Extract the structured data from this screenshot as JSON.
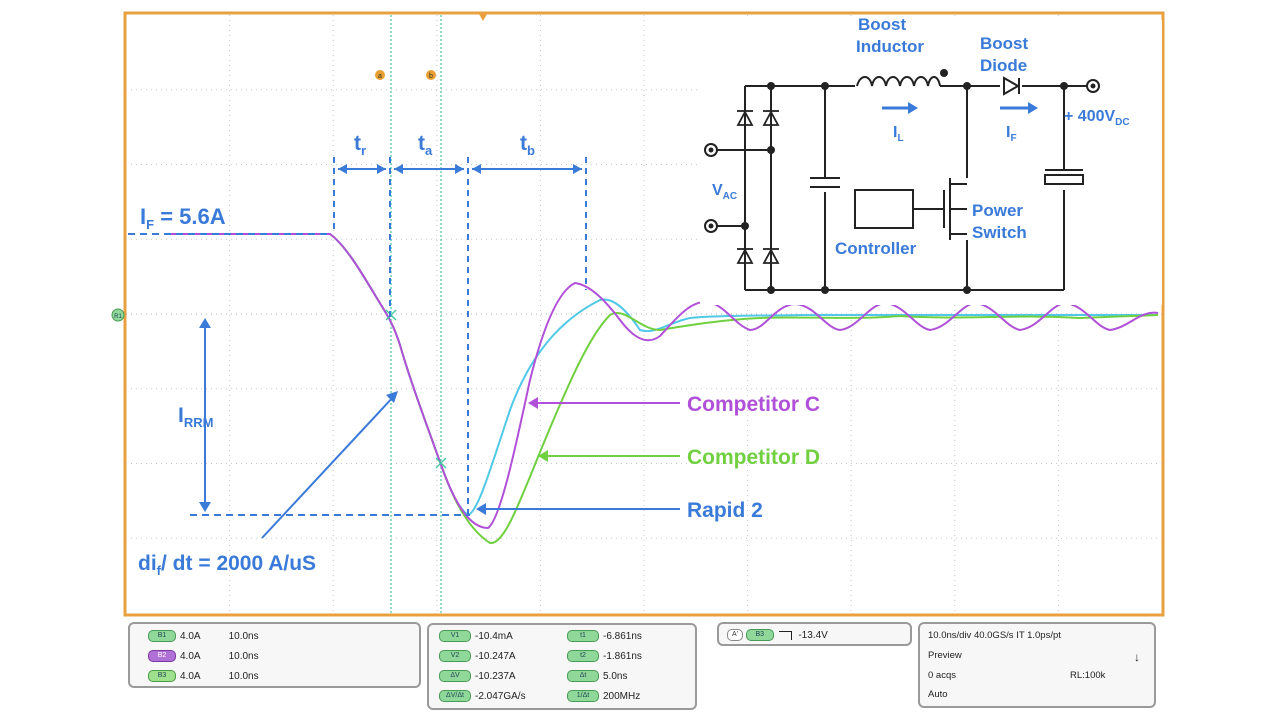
{
  "chart_data": {
    "type": "line",
    "title": "",
    "xlabel": "",
    "ylabel": "",
    "series": [
      {
        "name": "Competitor C",
        "color": "#b050d8"
      },
      {
        "name": "Competitor D",
        "color": "#70d040"
      },
      {
        "name": "Rapid 2",
        "color": "#50c8e8"
      }
    ],
    "x_scale": "10.0ns/div",
    "y_scale": "4.0A/div",
    "divisions": {
      "x": 10,
      "y": 8
    },
    "grid": true
  },
  "annotations": {
    "if_label": "I",
    "if_sub": "F",
    "if_value": " = 5.6A",
    "tr_label": "t",
    "tr_sub": "r",
    "ta_label": "t",
    "ta_sub": "a",
    "tb_label": "t",
    "tb_sub": "b",
    "irrm_label": "I",
    "irrm_sub": "RRM",
    "didt_label": "di",
    "didt_sub": "f",
    "didt_value": "/ dt = 2000 A/uS",
    "competitor_c": "Competitor C",
    "competitor_d": "Competitor D",
    "rapid2": "Rapid 2",
    "cursor_a": "a",
    "cursor_b": "b",
    "ref_marker": "R1"
  },
  "circuit": {
    "boost_inductor_1": "Boost",
    "boost_inductor_2": "Inductor",
    "boost_diode_1": "Boost",
    "boost_diode_2": "Diode",
    "output": "+ 400V",
    "output_sub": "DC",
    "vac": "V",
    "vac_sub": "AC",
    "il": "I",
    "il_sub": "L",
    "if": "I",
    "if_sub": "F",
    "controller": "Controller",
    "power_switch_1": "Power",
    "power_switch_2": "Switch"
  },
  "channels": [
    {
      "chip": "B1",
      "scale": "4.0A",
      "time": "10.0ns",
      "color": "green"
    },
    {
      "chip": "B2",
      "scale": "4.0A",
      "time": "10.0ns",
      "color": "purple"
    },
    {
      "chip": "B3",
      "scale": "4.0A",
      "time": "10.0ns",
      "color": "lgreen"
    }
  ],
  "measurements": [
    {
      "chip": "V1",
      "value": "-10.4mA",
      "chip2": "t1",
      "value2": "-6.861ns"
    },
    {
      "chip": "V2",
      "value": "-10.247A",
      "chip2": "t2",
      "value2": "-1.861ns"
    },
    {
      "chip": "ΔV",
      "value": "-10.237A",
      "chip2": "Δt",
      "value2": "5.0ns"
    },
    {
      "chip": "ΔV/Δt",
      "value": "-2.047GA/s",
      "chip2": "1/Δt",
      "value2": "200MHz"
    }
  ],
  "trigger": {
    "chip1": "A'",
    "chip2": "B3",
    "level": "-13.4V"
  },
  "acquisition": {
    "line1": "10.0ns/div  40.0GS/s  IT   1.0ps/pt",
    "mode": "Preview",
    "acqs": "0 acqs",
    "rl": "RL:100k",
    "trig_mode": "Auto"
  }
}
